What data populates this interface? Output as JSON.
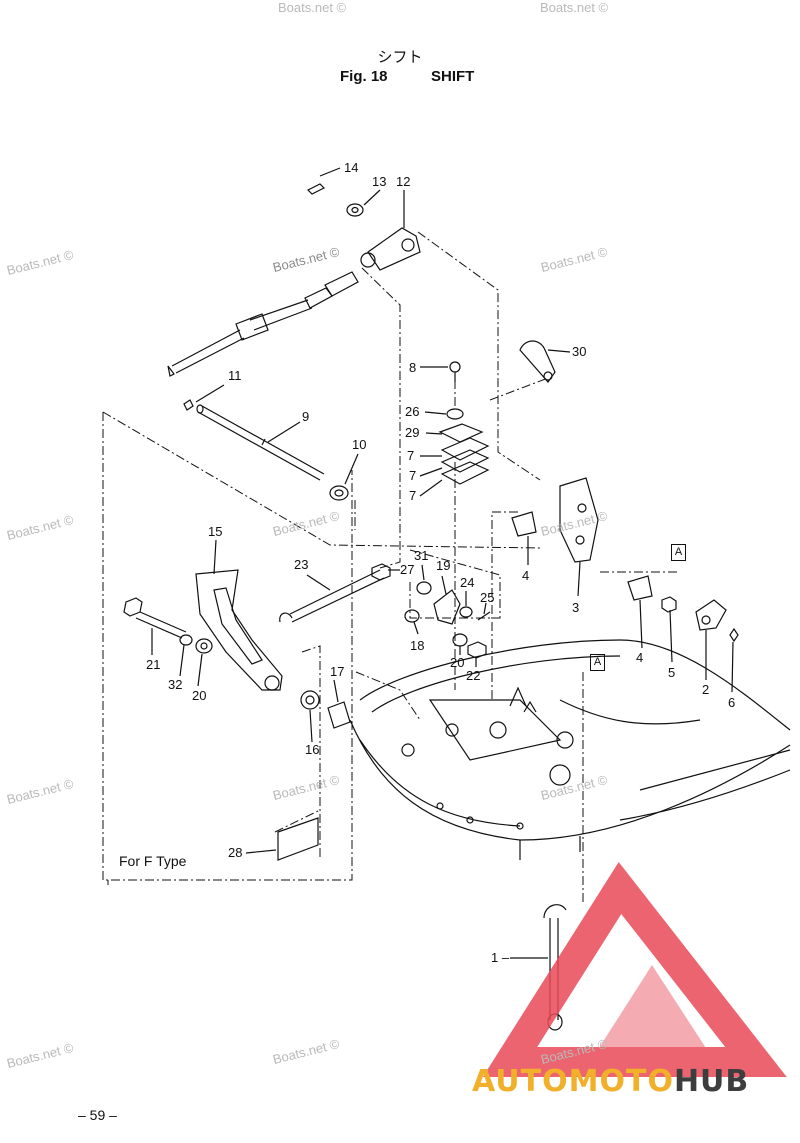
{
  "title": {
    "jp": "シフト",
    "fig": "Fig. 18",
    "name": "SHIFT"
  },
  "watermark": "Boats.net ©",
  "parts": {
    "p1": "1 –",
    "p2": "2",
    "p3": "3",
    "p4a": "4",
    "p4b": "4",
    "p5": "5",
    "p6": "6",
    "p7a": "7",
    "p7b": "7",
    "p7c": "7",
    "p8": "8",
    "p9": "9",
    "p10": "10",
    "p11": "11",
    "p12": "12",
    "p13": "13",
    "p14": "14",
    "p15": "15",
    "p16": "16",
    "p17": "17",
    "p18": "18",
    "p19": "19",
    "p20a": "20",
    "p20b": "20",
    "p21": "21",
    "p22": "22",
    "p23": "23",
    "p24": "24",
    "p25": "25",
    "p26": "26",
    "p27": "27",
    "p28": "28",
    "p29": "29",
    "p30": "30",
    "p31": "31",
    "p32": "32"
  },
  "ref_marker": "A",
  "note": "For F Type",
  "page_number": "– 59 –",
  "brand": {
    "part1": "AUTO",
    "part2": "MOTO",
    "part3": "HUB"
  },
  "colors": {
    "line": "#111111",
    "watermark": "#b9b9b9",
    "logo_red": "#e84a57",
    "logo_orange": "#f2b02a",
    "logo_dark": "#3d3d3d"
  }
}
